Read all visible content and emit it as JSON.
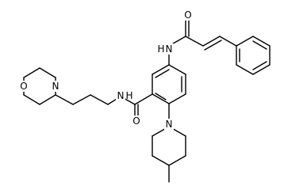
{
  "structure": {
    "atom_labels": {
      "morpholine_oxygen": "O",
      "morpholine_nitrogen": "N",
      "amide_nitrogen_H": "N",
      "amide_H": "H",
      "amide_oxygen": "O",
      "piperidine_nitrogen": "N",
      "cinnamide_nitrogen": "N",
      "cinnamide_H": "H",
      "cinnamide_oxygen": "O"
    },
    "colors": {
      "bond": "#000000",
      "label": "#000000",
      "background": "#ffffff"
    }
  }
}
